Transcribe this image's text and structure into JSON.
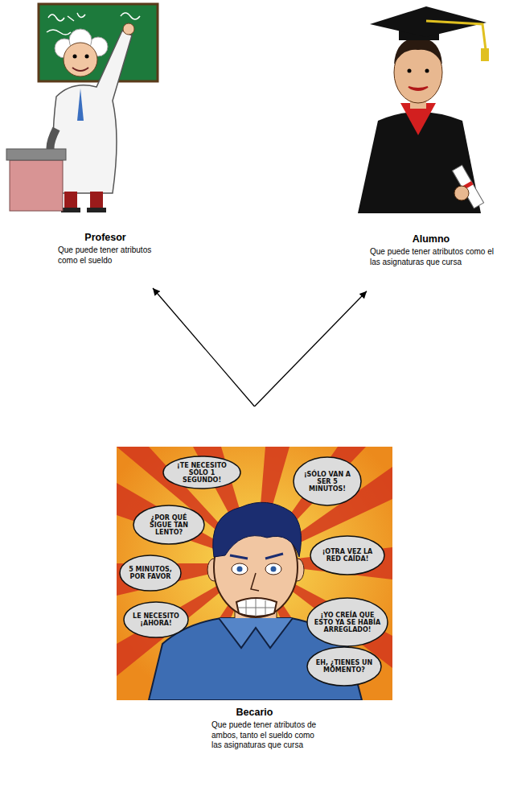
{
  "diagram": {
    "nodes": [
      {
        "text": [
          "Profesor",
          "Que puede tener atributos como el sueldo"
        ]
      },
      {
        "text": [
          "Alumno",
          "Que puede tener atributos como el las asignaturas que cursa"
        ]
      },
      {
        "text": [
          "Becario",
          "Que puede tener atributos de ambos, tanto el sueldo como las asignaturas que cursa"
        ]
      }
    ],
    "edges": [
      {
        "from": 2,
        "to": 0,
        "arrow": "to"
      },
      {
        "from": 2,
        "to": 1,
        "arrow": "to"
      }
    ],
    "labels": [
      "¡TE NECESITO SÓLO 1 SEGUNDO!",
      "¡SÓLO VAN A SER 5 MINUTOS!",
      "¿POR QUÉ SIGUE TAN LENTO?",
      "5 MINUTOS, POR FAVOR",
      "¡OTRA VEZ LA RED CAÍDA!",
      "LE NECESITO ¡AHORA!",
      "¡YO CREÍA QUE ESTO YA SE HABÍA ARREGLADO!",
      "EH, ¿TIENES UN MOMENTO?"
    ]
  }
}
